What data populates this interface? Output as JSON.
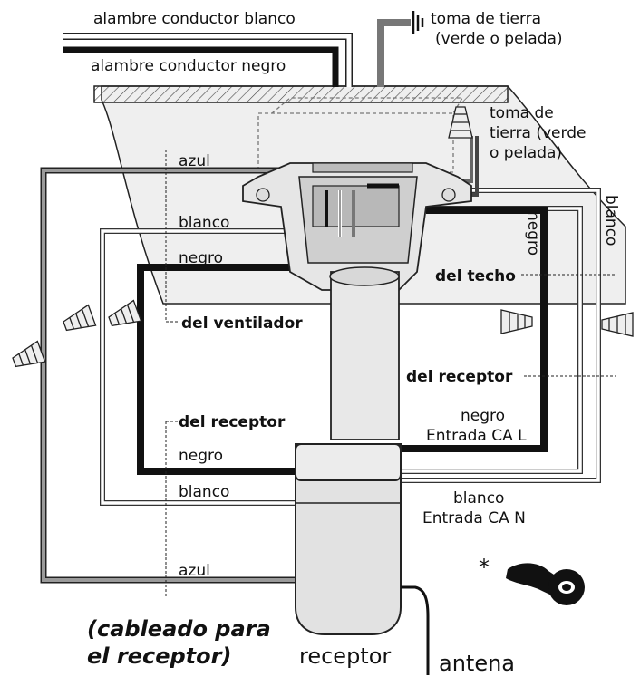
{
  "labels": {
    "white_supply": "alambre conductor blanco",
    "black_supply": "alambre conductor negro",
    "ground_top_1": "toma de tierra",
    "ground_top_2": "(verde o pelada)",
    "ground_mid_1": "toma de",
    "ground_mid_2": "tierra (verde",
    "ground_mid_3": "o pelada)",
    "blue_top": "azul",
    "white_left": "blanco",
    "black_left": "negro",
    "white_right": "blanco",
    "black_right": "negro",
    "from_fan": "del ventilador",
    "from_ceiling": "del techo",
    "receiver_right": "del receptor",
    "receiver_left": "del receptor",
    "black_bottom": "negro",
    "white_bottom": "blanco",
    "black_input_1": "negro",
    "black_input_2": "Entrada CA L",
    "white_input_1": "blanco",
    "white_input_2": "Entrada CA N",
    "blue_bottom": "azul",
    "asterisk": "*",
    "receiver": "receptor",
    "antenna": "antena",
    "caption_1": "(cableado para",
    "caption_2": "el receptor)"
  },
  "colors": {
    "black_wire": "#111111",
    "white_wire": "#ffffff",
    "blue_wire": "#8a8a8a",
    "ceiling_fill": "#eeeeee",
    "device_fill": "#dcdcdc"
  }
}
